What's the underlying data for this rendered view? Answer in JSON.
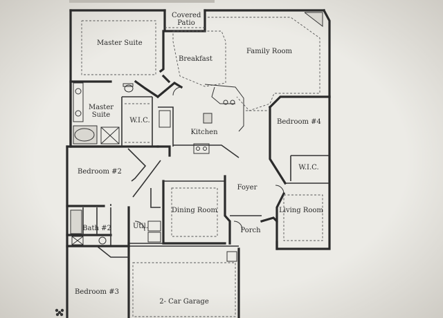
{
  "plan": {
    "rooms": {
      "covered_patio": "Covered\nPatio",
      "master_suite": "Master Suite",
      "breakfast": "Breakfast",
      "family_room": "Family Room",
      "master_suite_bath": "Master\nSuite",
      "wic_master": "W.I.C.",
      "kitchen": "Kitchen",
      "bedroom_4": "Bedroom #4",
      "bedroom_2": "Bedroom #2",
      "wic_bed4": "W.I.C.",
      "foyer": "Foyer",
      "dining_room": "Dining Room",
      "living_room": "Living Room",
      "bath_2": "Bath #2",
      "util": "Util.",
      "porch": "Porch",
      "bedroom_3": "Bedroom #3",
      "garage": "2- Car Garage"
    },
    "colors": {
      "paper": "#e8e6e1",
      "wall": "#2b2b2b"
    }
  }
}
